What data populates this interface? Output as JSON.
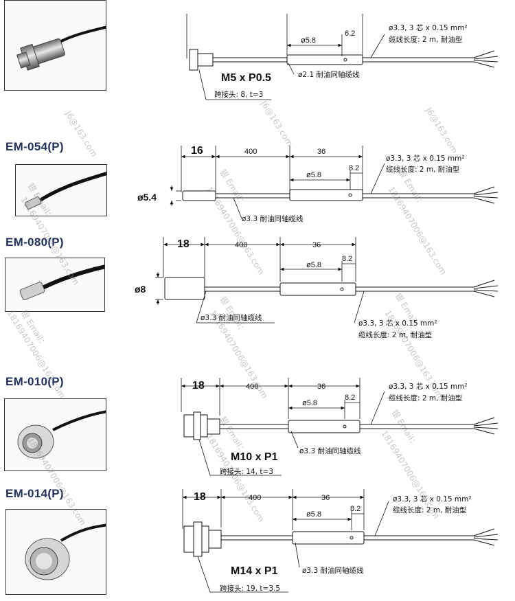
{
  "models": [
    {
      "name": "",
      "photo": "m5-threaded-sensor"
    },
    {
      "name": "EM-054(P)",
      "photo": "cylindrical-5-4-sensor"
    },
    {
      "name": "EM-080(P)",
      "photo": "cylindrical-8-sensor"
    },
    {
      "name": "EM-010(P)",
      "photo": "m10-threaded-sensor"
    },
    {
      "name": "EM-014(P)",
      "photo": "m14-threaded-sensor"
    }
  ],
  "diagrams": [
    {
      "amp_dia": "ø5.8",
      "amp_offset": "6.2",
      "thread": "M5 x P0.5",
      "cable": "ø2.1 耐油同轴缆线",
      "nut": "跨接头: 8, t=3",
      "cable_spec_line1": "ø3.3, 3 芯 x 0.15 mm²",
      "cable_spec_line2": "缆线长度: 2 m, 耐油型"
    },
    {
      "head_len": "16",
      "cable_len": "400",
      "amp_len": "36",
      "amp_dia": "ø5.8",
      "amp_offset": "8.2",
      "head_dia": "ø5.4",
      "cable": "ø3.3 耐油同轴缆线",
      "cable_spec_line1": "ø3.3, 3 芯 x 0.15 mm²",
      "cable_spec_line2": "缆线长度: 2 m, 耐油型"
    },
    {
      "head_len": "18",
      "cable_len": "400",
      "amp_len": "36",
      "amp_dia": "ø5.8",
      "amp_offset": "8.2",
      "head_dia": "ø8",
      "cable": "ø3.3 耐油同轴缆线",
      "cable_spec_line1": "ø3.3, 3 芯 x 0.15 mm²",
      "cable_spec_line2": "缆线长度: 2 m, 耐油型"
    },
    {
      "head_len": "18",
      "cable_len": "400",
      "amp_len": "36",
      "amp_dia": "ø5.8",
      "amp_offset": "8.2",
      "thread": "M10 x P1",
      "cable": "ø3.3 耐油同轴缆线",
      "nut": "跨接头: 14, t=3",
      "cable_spec_line1": "ø3.3, 3 芯 x 0.15 mm²",
      "cable_spec_line2": "缆线长度: 2 m, 耐油型"
    },
    {
      "head_len": "18",
      "cable_len": "400",
      "amp_len": "36",
      "amp_dia": "ø5.8",
      "amp_offset": "8.2",
      "thread": "M14 x P1",
      "cable": "ø3.3 耐油同轴缆线",
      "nut": "跨接头: 19, t=3.5",
      "cable_spec_line1": "ø3.3, 3 芯 x 0.15 mm²",
      "cable_spec_line2": "缆线长度: 2 m, 耐油型"
    }
  ],
  "watermark": {
    "email": "18169407006@163.com",
    "label": "银 Email：",
    "short": "J6@163.com"
  }
}
